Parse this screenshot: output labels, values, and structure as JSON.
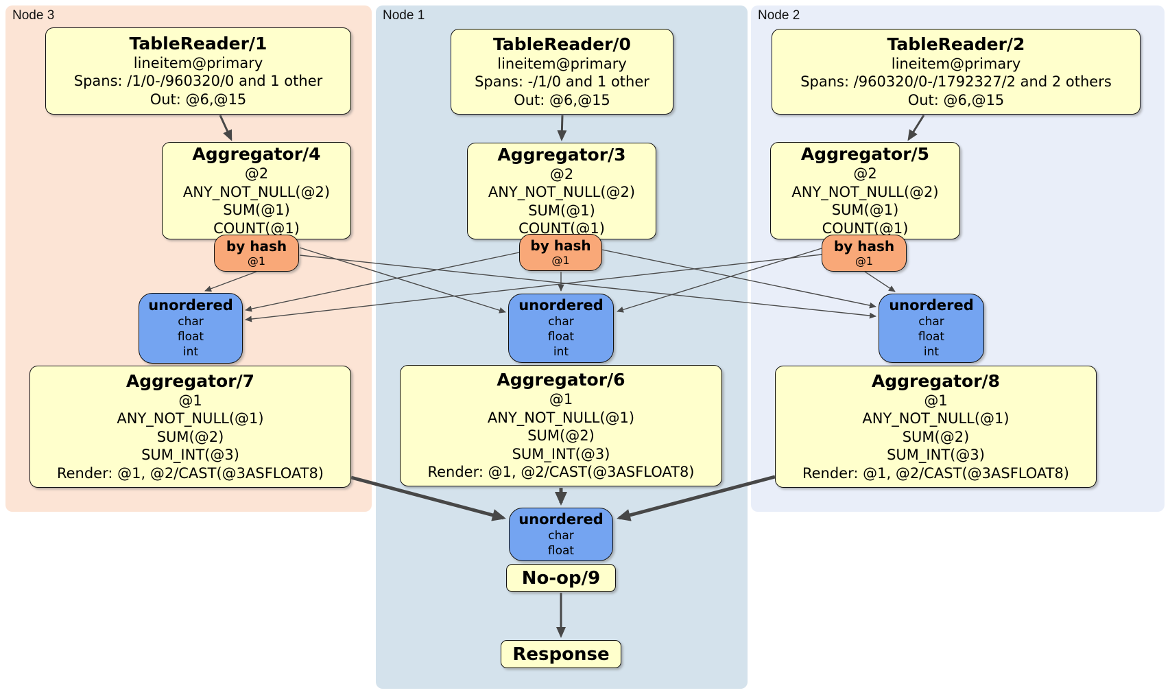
{
  "diagram": {
    "type": "distributed-sql-physical-plan",
    "nodes": [
      {
        "label": "Node 3",
        "table_reader": {
          "title": "TableReader/1",
          "lines": [
            "lineitem@primary",
            "Spans: /1/0-/960320/0 and 1 other",
            "Out: @6,@15"
          ]
        },
        "aggregator_pre": {
          "title": "Aggregator/4",
          "lines": [
            "@2",
            "ANY_NOT_NULL(@2)",
            "SUM(@1)",
            "COUNT(@1)"
          ]
        },
        "router": {
          "title": "by hash",
          "lines": [
            "@1"
          ]
        },
        "sync": {
          "title": "unordered",
          "lines": [
            "char",
            "float",
            "int"
          ]
        },
        "aggregator_post": {
          "title": "Aggregator/7",
          "lines": [
            "@1",
            "ANY_NOT_NULL(@1)",
            "SUM(@2)",
            "SUM_INT(@3)",
            "Render: @1, @2/CAST(@3ASFLOAT8)"
          ]
        }
      },
      {
        "label": "Node 1",
        "table_reader": {
          "title": "TableReader/0",
          "lines": [
            "lineitem@primary",
            "Spans: -/1/0 and 1 other",
            "Out: @6,@15"
          ]
        },
        "aggregator_pre": {
          "title": "Aggregator/3",
          "lines": [
            "@2",
            "ANY_NOT_NULL(@2)",
            "SUM(@1)",
            "COUNT(@1)"
          ]
        },
        "router": {
          "title": "by hash",
          "lines": [
            "@1"
          ]
        },
        "sync": {
          "title": "unordered",
          "lines": [
            "char",
            "float",
            "int"
          ]
        },
        "aggregator_post": {
          "title": "Aggregator/6",
          "lines": [
            "@1",
            "ANY_NOT_NULL(@1)",
            "SUM(@2)",
            "SUM_INT(@3)",
            "Render: @1, @2/CAST(@3ASFLOAT8)"
          ]
        }
      },
      {
        "label": "Node 2",
        "table_reader": {
          "title": "TableReader/2",
          "lines": [
            "lineitem@primary",
            "Spans: /960320/0-/1792327/2 and 2 others",
            "Out: @6,@15"
          ]
        },
        "aggregator_pre": {
          "title": "Aggregator/5",
          "lines": [
            "@2",
            "ANY_NOT_NULL(@2)",
            "SUM(@1)",
            "COUNT(@1)"
          ]
        },
        "router": {
          "title": "by hash",
          "lines": [
            "@1"
          ]
        },
        "sync": {
          "title": "unordered",
          "lines": [
            "char",
            "float",
            "int"
          ]
        },
        "aggregator_post": {
          "title": "Aggregator/8",
          "lines": [
            "@1",
            "ANY_NOT_NULL(@1)",
            "SUM(@2)",
            "SUM_INT(@3)",
            "Render: @1, @2/CAST(@3ASFLOAT8)"
          ]
        }
      }
    ],
    "final": {
      "sync": {
        "title": "unordered",
        "lines": [
          "char",
          "float"
        ]
      },
      "noop_label": "No-op/9",
      "response_label": "Response"
    },
    "colors": {
      "node3_bg": "#fce4d5",
      "node1_bg": "#d4e2ec",
      "node2_bg": "#e9eef9",
      "processor_fill": "#ffffcc",
      "router_fill": "#f9a878",
      "sync_fill": "#74a4f1",
      "edge": "#4a4a4a"
    }
  }
}
